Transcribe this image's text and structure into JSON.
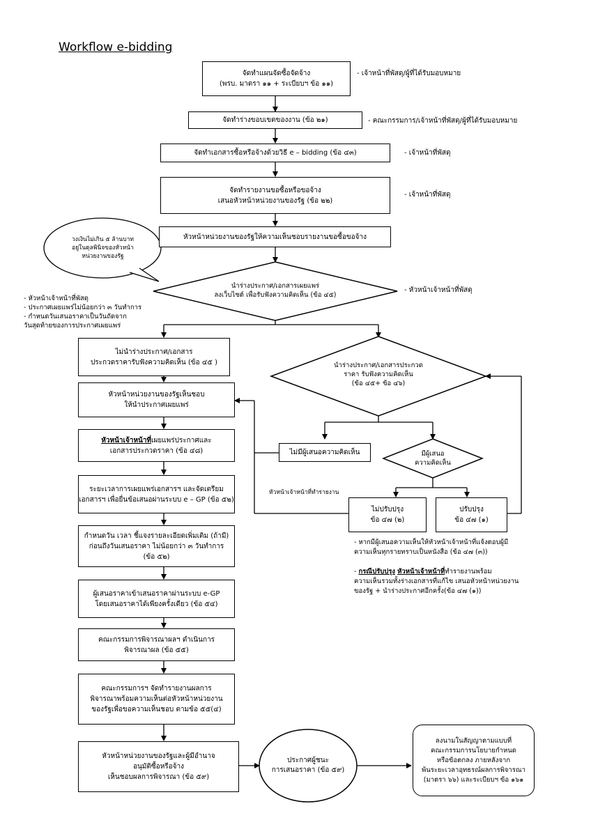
{
  "title": "Workflow e-bidding",
  "steps": {
    "s1": [
      "จัดทำแผนจัดซื้อจัดจ้าง",
      "(พรบ. มาตรา ๑๑ + ระเบียบฯ ข้อ ๑๑)"
    ],
    "s2": [
      "จัดทำร่างขอบเขตของงาน (ข้อ ๒๑)"
    ],
    "s3": [
      "จัดทำเอกสารซื้อหรือจ้างด้วยวิธี e – bidding (ข้อ ๔๓)"
    ],
    "s4": [
      "จัดทำรายงานขอซื้อหรือขอจ้าง",
      "เสนอหัวหน้าหน่วยงานของรัฐ (ข้อ ๒๒)"
    ],
    "s5": [
      "หัวหน้าหน่วยงานของรัฐให้ความเห็นชอบรายงานขอซื้อขอจ้าง"
    ],
    "d1": [
      "นำร่างประกาศ/เอกสารเผยแพร่",
      "ลงเว็บไซต์ เพื่อรับฟังความคิดเห็น (ข้อ ๔๕)"
    ],
    "s6": [
      "ไม่นำร่างประกาศ/เอกสาร",
      "ประกวดราคารับฟังความคิดเห็น (ข้อ ๔๕ )"
    ],
    "d2": [
      "นำร่างประกาศ/เอกสารประกวด",
      "ราคา รับฟังความคิดเห็น",
      "(ข้อ ๔๕+ ข้อ ๔๖)"
    ],
    "s7": [
      "หัวหน้าหน่วยงานของรัฐเห็นชอบ",
      "ให้นำประกาศเผยแพร่"
    ],
    "s8a": "หัวหน้าเจ้าหน้าที่",
    "s8b": "เผยแพร่ประกาศและ",
    "s8c": "เอกสารประกวดราคา (ข้อ ๔๘)",
    "n1": [
      "ไม่มีผู้เสนอความคิดเห็น"
    ],
    "d3": [
      "มีผู้เสนอ",
      "ความคิดเห็น"
    ],
    "s9": [
      "ระยะเวลาการเผยแพร่เอกสารฯ และจัดเตรียม",
      "เอกสารฯ เพื่อยื่นข้อเสนอผ่านระบบ e – GP (ข้อ ๕๒)"
    ],
    "n2": [
      "ไม่ปรับปรุง",
      "ข้อ ๔๗ (๒)"
    ],
    "n3": [
      "ปรับปรุง",
      "ข้อ ๔๗ (๑)"
    ],
    "s10": [
      "กำหนดวัน เวลา ชี้แจงรายละเอียดเพิ่มเติม (ถ้ามี)",
      "ก่อนถึงวันเสนอราคา ไม่น้อยกว่า ๓ วันทำการ",
      "(ข้อ ๕๒)"
    ],
    "s11": [
      "ผู้เสนอราคาเข้าเสนอราคาผ่านระบบ e-GP",
      "โดยเสนอราคาได้เพียงครั้งเดียว (ข้อ ๕๔)"
    ],
    "s12": [
      "คณะกรรมการพิจารณาผลฯ ดำเนินการ",
      "พิจารณาผล (ข้อ ๕๕)"
    ],
    "s13": [
      "คณะกรรมการฯ จัดทำรายงานผลการ",
      "พิจารณาพร้อมความเห็นต่อหัวหน้าหน่วยงาน",
      "ของรัฐเพื่อขอความเห็นชอบ ตามข้อ ๕๕(๔)"
    ],
    "s14": [
      "หัวหน้าหน่วยงานของรัฐและผู้มีอำนาจ",
      "อนุมัติซื้อหรือจ้าง",
      "เห็นชอบผลการพิจารณา (ข้อ ๕๙)"
    ],
    "e1": [
      "ประกาศผู้ชนะ",
      "การเสนอราคา (ข้อ ๕๙)"
    ],
    "s15": [
      "ลงนามในสัญญาตามแบบที่",
      "คณะกรรมการนโยบายกำหนด",
      "หรือข้อตกลง ภายหลังจาก",
      "พ้นระยะเวลาอุทธรณ์ผลการพิจารณา",
      "(มาตรา ๖๖) และระเบียบฯ ข้อ ๑๖๑"
    ]
  },
  "side_notes": {
    "r1": "- เจ้าหน้าที่พัสดุ/ผู้ที่ได้รับมอบหมาย",
    "r2": "- คณะกรรมการ/เจ้าหน้าที่พัสดุ/ผู้ที่ได้รับมอบหมาย",
    "r3": "- เจ้าหน้าที่พัสดุ",
    "r4": "- เจ้าหน้าที่พัสดุ",
    "r5": "- หัวหน้าเจ้าหน้าที่พัสดุ",
    "callout": [
      "วงเงินไม่เกิน ๕ ล้านบาท",
      "อยู่ในดุลพินิจของหัวหน้า",
      "หน่วยงานของรัฐ"
    ],
    "left": [
      "- หัวหน้าเจ้าหน้าที่พัสดุ",
      "- ประกาศเผยแพร่ไม่น้อยกว่า ๓ วันทำการ",
      "- กำหนดวันเสนอราคาเป็นวันถัดจาก",
      "  วันสุดท้ายของการประกาศเผยแพร่"
    ],
    "loop_label": "หัวหน้าเจ้าหน้าที่ทำรายงาน",
    "bottom1": [
      "- หากมีผู้เสนอความเห็นให้หัวหน้าเจ้าหน้าที่แจ้งตอบผู้มี",
      "  ความเห็นทุกรายทราบเป็นหนังสือ (ข้อ ๔๗ (๓))"
    ],
    "bottom2a": "กรณีปรับปรุง",
    "bottom2b": "หัวหน้าเจ้าหน้าที่",
    "bottom2c": "ทำรายงานพร้อม",
    "bottom2_rest": [
      "ความเห็นรวมทั้งร่างเอกสารที่แก้ไข เสนอหัวหน้าหน่วยงาน",
      "ของรัฐ + นำร่างประกาศอีกครั้ง(ข้อ ๔๗ (๑))"
    ]
  }
}
